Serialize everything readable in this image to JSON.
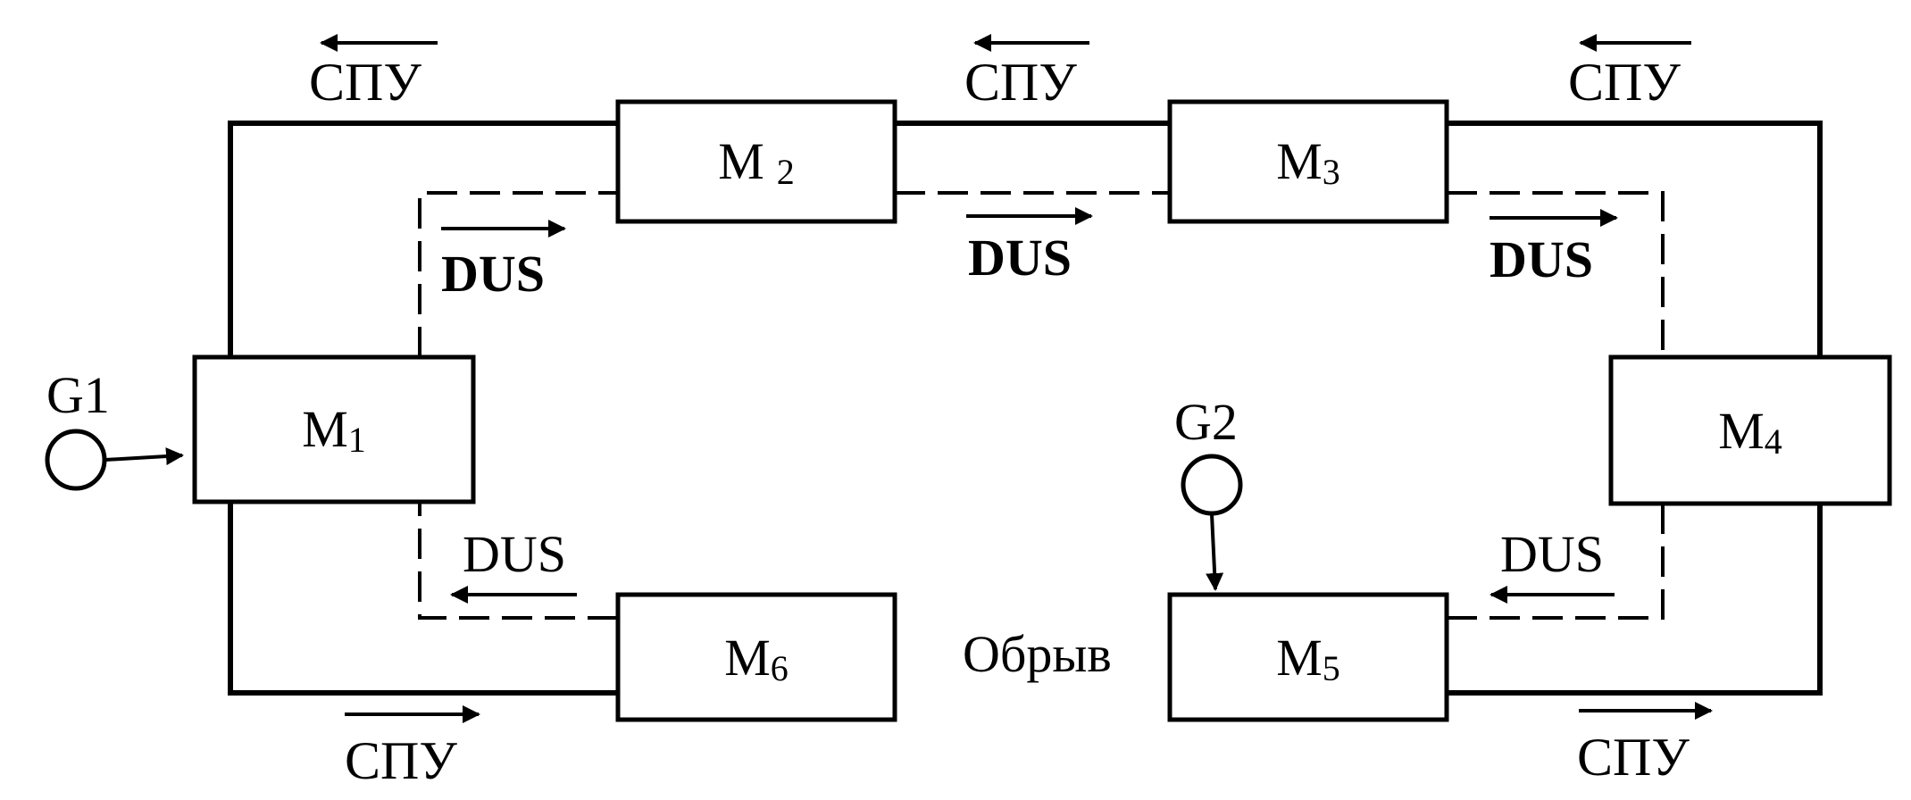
{
  "modules": [
    {
      "id": "M1",
      "main": "M",
      "sub": "1"
    },
    {
      "id": "M2",
      "main": "M",
      "sub": "2"
    },
    {
      "id": "M3",
      "main": "M",
      "sub": "3"
    },
    {
      "id": "M4",
      "main": "M",
      "sub": "4"
    },
    {
      "id": "M5",
      "main": "M",
      "sub": "5"
    },
    {
      "id": "M6",
      "main": "M",
      "sub": "6"
    }
  ],
  "generators": [
    {
      "id": "G1",
      "label": "G1"
    },
    {
      "id": "G2",
      "label": "G2"
    }
  ],
  "labels": {
    "spu": "СПУ",
    "dus": "DUS",
    "break": "Обрыв"
  }
}
